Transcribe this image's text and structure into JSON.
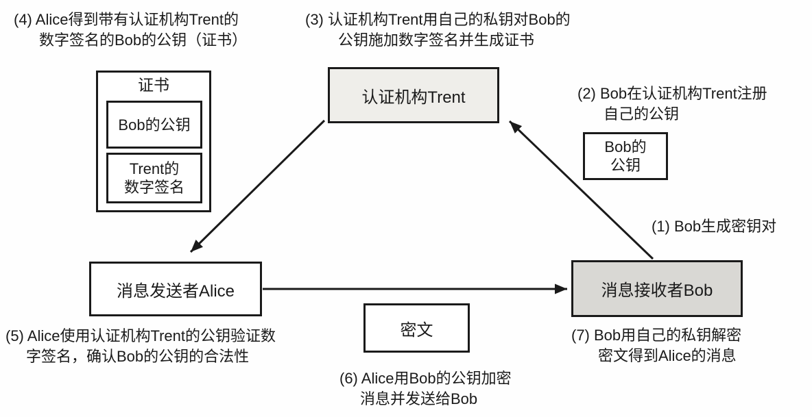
{
  "diagram": {
    "boxes": {
      "trent": "认证机构Trent",
      "alice": "消息发送者Alice",
      "bob": "消息接收者Bob",
      "ciphertext": "密文",
      "bob_pubkey_line1": "Bob的",
      "bob_pubkey_line2": "公钥"
    },
    "certificate": {
      "title": "证书",
      "item1": "Bob的公钥",
      "item2_line1": "Trent的",
      "item2_line2": "数字签名"
    },
    "steps": {
      "s1_line1": "(1) Bob生成密钥对",
      "s2_line1": "(2) Bob在认证机构Trent注册",
      "s2_line2": "自己的公钥",
      "s3_line1": "(3) 认证机构Trent用自己的私钥对Bob的",
      "s3_line2": "公钥施加数字签名并生成证书",
      "s4_line1": "(4) Alice得到带有认证机构Trent的",
      "s4_line2": "数字签名的Bob的公钥（证书）",
      "s5_line1": "(5) Alice使用认证机构Trent的公钥验证数",
      "s5_line2": "字签名，确认Bob的公钥的合法性",
      "s6_line1": "(6) Alice用Bob的公钥加密",
      "s6_line2": "消息并发送给Bob",
      "s7_line1": "(7) Bob用自己的私钥解密",
      "s7_line2": "密文得到Alice的消息"
    },
    "colors": {
      "trent_fill": "#efeeea",
      "bob_fill": "#d9d8d4",
      "border": "#1a1a1a",
      "text": "#1a1a1a",
      "background": "#fefefe"
    }
  }
}
